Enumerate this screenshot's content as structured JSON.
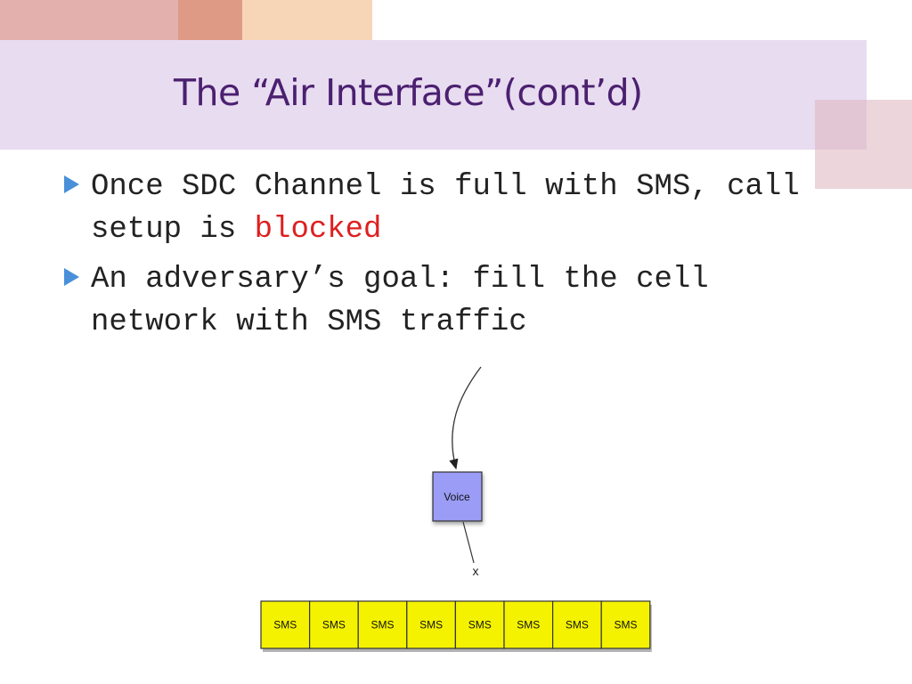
{
  "title": "The “Air Interface”(cont’d)",
  "bullets": [
    {
      "text_before": "Once SDC Channel is full with SMS, call setup is ",
      "highlight": "blocked",
      "text_after": ""
    },
    {
      "text_before": "An adversary’s goal: fill the cell network with SMS traffic",
      "highlight": "",
      "text_after": ""
    }
  ],
  "diagram": {
    "voice_label": "Voice",
    "blocked_marker": "x",
    "sms_labels": [
      "SMS",
      "SMS",
      "SMS",
      "SMS",
      "SMS",
      "SMS",
      "SMS",
      "SMS"
    ]
  },
  "colors": {
    "title": "#4b2070",
    "bullet_marker": "#4a90d9",
    "highlight": "#dd2020",
    "voice_box": "#9a9cf5",
    "sms_box": "#f5f200"
  }
}
